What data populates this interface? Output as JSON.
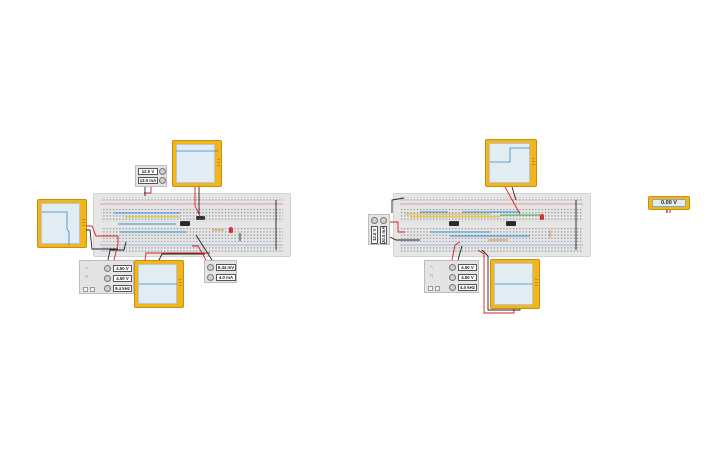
{
  "circuit_left": {
    "power_supply": {
      "voltage": "12.0 V",
      "current": "13.0 mA"
    },
    "function_generator": {
      "amplitude": "4.50 V",
      "offset": "4.50 V",
      "frequency": "9.4 kHz"
    },
    "supply2": {
      "voltage": "9.44 mV",
      "current": "4.0 mA"
    }
  },
  "circuit_right": {
    "power_supply": {
      "voltage": "12.0 V",
      "current": "20.0 mA"
    },
    "function_generator": {
      "amplitude": "4.50 V",
      "offset": "4.50 V",
      "frequency": "4.0 kHz"
    }
  },
  "multimeter": {
    "reading": "0.00 V"
  },
  "colors": {
    "board": "#e6e6e6",
    "scope_frame": "#f2b51e",
    "wire_red": "#d42121",
    "wire_black": "#222222",
    "wire_blue": "#2f8fd8",
    "wire_yellow": "#e8c21a"
  }
}
